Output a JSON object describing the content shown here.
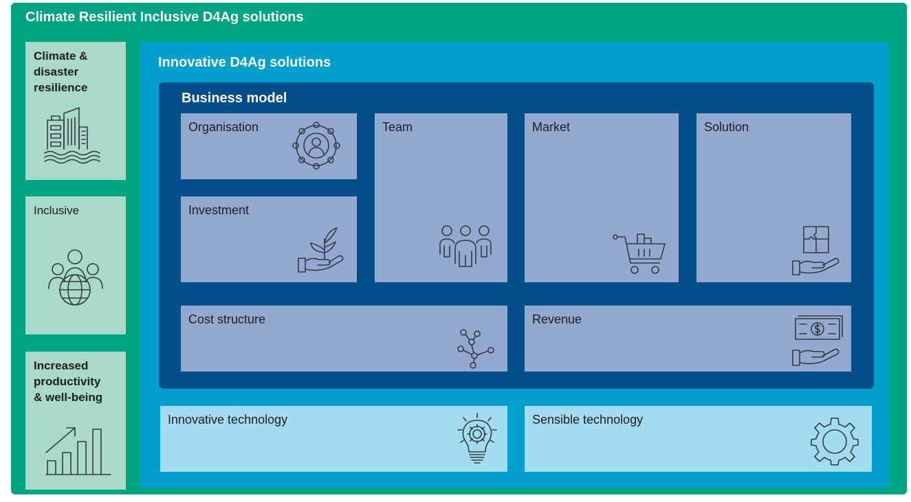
{
  "outer": {
    "title": "Climate Resilient Inclusive D4Ag solutions"
  },
  "sidebar": {
    "climate": {
      "label": "Climate &\ndisaster\nresilience",
      "icon": "flooded-buildings-icon"
    },
    "inclusive": {
      "label": "Inclusive",
      "icon": "people-globe-icon"
    },
    "productivity": {
      "label": "Increased\nproductivity\n& well-being",
      "icon": "growth-chart-icon"
    }
  },
  "innovative": {
    "title": "Innovative D4Ag solutions"
  },
  "business_model": {
    "title": "Business model",
    "cards": {
      "organisation": {
        "label": "Organisation",
        "icon": "organisation-network-icon"
      },
      "investment": {
        "label": "Investment",
        "icon": "hand-plant-icon"
      },
      "team": {
        "label": "Team",
        "icon": "team-people-icon"
      },
      "market": {
        "label": "Market",
        "icon": "shopping-cart-icon"
      },
      "solution": {
        "label": "Solution",
        "icon": "hand-puzzle-icon"
      },
      "cost_structure": {
        "label": "Cost structure",
        "icon": "node-graph-icon"
      },
      "revenue": {
        "label": "Revenue",
        "icon": "hand-money-icon"
      }
    }
  },
  "technology": {
    "innovative": {
      "label": "Innovative technology",
      "icon": "lightbulb-gear-icon"
    },
    "sensible": {
      "label": "Sensible technology",
      "icon": "gear-icon"
    }
  },
  "colors": {
    "outer_green": "#00a480",
    "sidebar_mint": "#a8d9c9",
    "innovative_blue": "#009fcc",
    "business_navy": "#024e89",
    "card_lavender": "#94a9cf",
    "tech_lightblue": "#a3dbef"
  }
}
